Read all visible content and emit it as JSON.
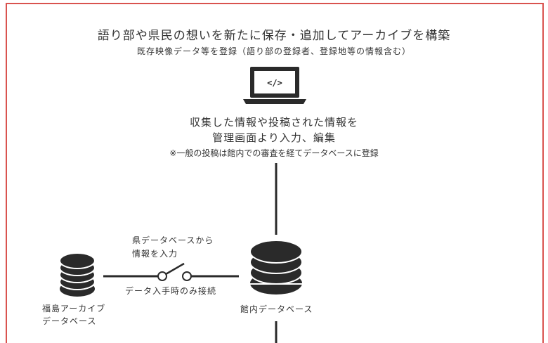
{
  "heading": {
    "title": "語り部や県民の想いを新たに保存・追加してアーカイブを構築",
    "subtitle": "既存映像データ等を登録（語り部の登録者、登録地等の情報含む）"
  },
  "input_step": {
    "code_glyph": "</>",
    "line1": "収集した情報や投稿された情報を",
    "line2": "管理画面より入力、編集",
    "note": "※一般の投稿は館内での審査を経てデータベースに登録"
  },
  "databases": {
    "left_line1": "福島アーカイブ",
    "left_line2": "データベース",
    "right_label": "館内データベース"
  },
  "connection": {
    "label_line1": "県データベースから",
    "label_line2": "情報を入力",
    "switch_label": "データ入手時のみ接続"
  },
  "colors": {
    "frame": "#d9534f",
    "ink": "#2a2a2a",
    "text": "#333333"
  }
}
